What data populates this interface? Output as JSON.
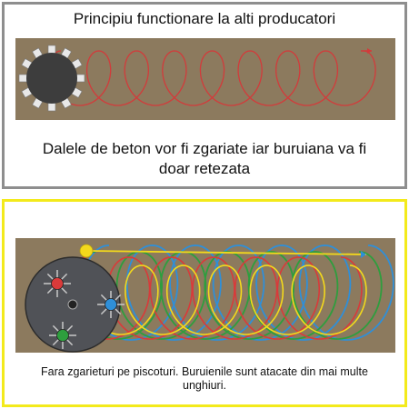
{
  "top_panel": {
    "title": "Principiu functionare la alti producatori",
    "caption": "Dalele de beton vor fi zgariate iar buruiana va fi doar retezata",
    "border_color": "#8e8e8e",
    "ground_color": "#8c7a5e",
    "path_color": "#d23b3b"
  },
  "bottom_panel": {
    "caption": "Fara zgarieturi pe piscoturi. Buruienile sunt atacate din mai multe unghiuri.",
    "border_color": "#f3ea1c",
    "ground_color": "#8c7a5e",
    "path_colors": {
      "red": "#d93a3a",
      "green": "#2e9e3e",
      "blue": "#2f8fd8",
      "yellow": "#f3d91c"
    }
  }
}
